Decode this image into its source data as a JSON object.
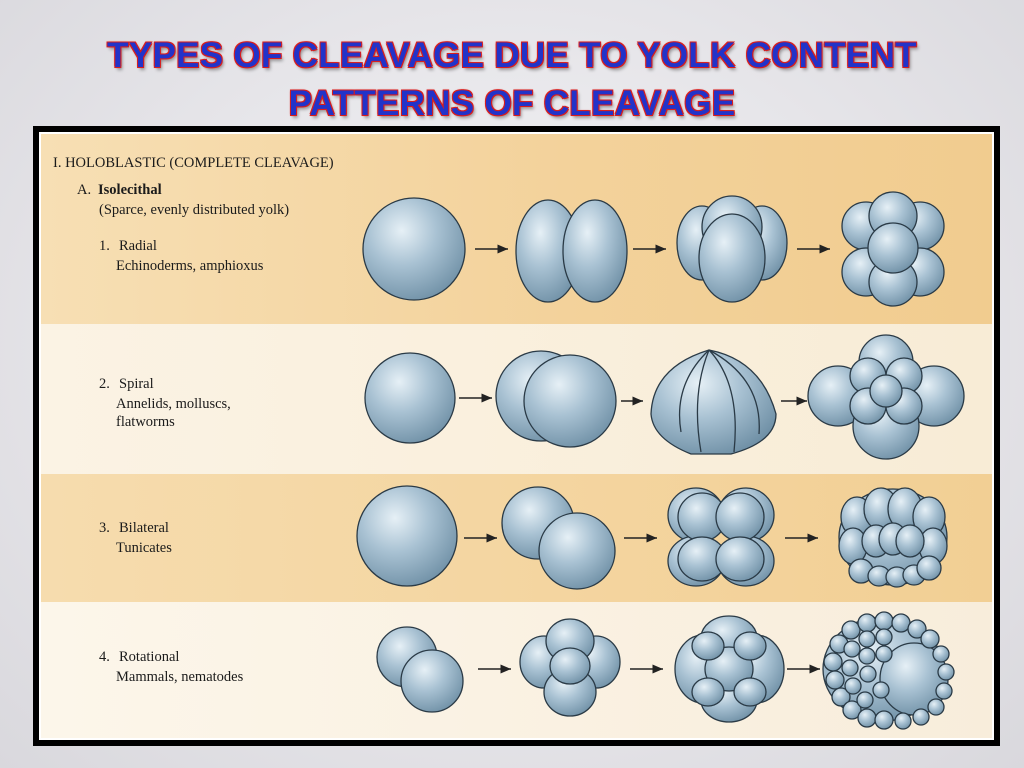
{
  "title": {
    "line1": "TYPES OF CLEAVAGE DUE TO YOLK CONTENT",
    "line2": "PATTERNS OF CLEAVAGE"
  },
  "section": {
    "heading": "I. HOLOBLASTIC (COMPLETE CLEAVAGE)",
    "subheading_label": "A.",
    "subheading": "Isolecithal",
    "subheading_note": "(Sparce, evenly distributed yolk)"
  },
  "rows": [
    {
      "number": "1.",
      "name": "Radial",
      "examples": [
        "Echinoderms, amphioxus"
      ]
    },
    {
      "number": "2.",
      "name": "Spiral",
      "examples": [
        "Annelids, molluscs,",
        "flatworms"
      ]
    },
    {
      "number": "3.",
      "name": "Bilateral",
      "examples": [
        "Tunicates"
      ]
    },
    {
      "number": "4.",
      "name": "Rotational",
      "examples": [
        "Mammals, nematodes"
      ]
    }
  ],
  "colors": {
    "title_fill": "#2233c9",
    "title_outline": "#d81e1e",
    "band_dark": "#f3d29b",
    "band_light": "#fbf3e4",
    "cell_light": "#c9dbe6",
    "cell_dark": "#6d8ea4",
    "cell_stroke": "#2a3a46"
  }
}
